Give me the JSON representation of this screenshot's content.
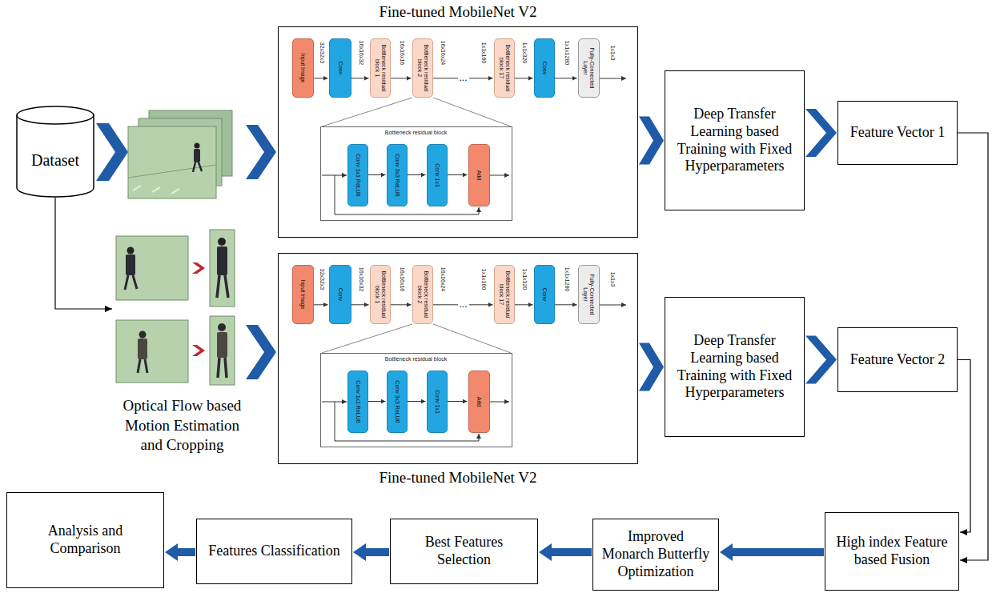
{
  "diagram": {
    "nodes": [
      {
        "text": [
          "Dataset"
        ]
      },
      {
        "text": [
          "Fine-tuned MobileNet V2"
        ]
      },
      {
        "text": [
          "Input Image"
        ],
        "in": 1
      },
      {
        "text": [
          "Conv"
        ],
        "in": 1
      },
      {
        "text": [
          "Bottleneck residual block 1"
        ],
        "in": 1
      },
      {
        "text": [
          "Bottleneck residual block 2"
        ],
        "in": 1
      },
      {
        "text": [
          "Bottleneck residual block 17"
        ],
        "in": 1
      },
      {
        "text": [
          "Conv"
        ],
        "in": 1
      },
      {
        "text": [
          "Fully-Connected Layer"
        ],
        "in": 1
      },
      {
        "text": [
          "Bottleneck residual block"
        ],
        "in": 1
      },
      {
        "text": [
          "Conv 1x1 ReLU6"
        ],
        "in": 9
      },
      {
        "text": [
          "Conv 3x3 ReLU6"
        ],
        "in": 9
      },
      {
        "text": [
          "Conv 1x1"
        ],
        "in": 9
      },
      {
        "text": [
          "Add"
        ],
        "in": 9
      },
      {
        "text": [
          "Deep Transfer Learning based Training with Fixed Hyperparameters"
        ]
      },
      {
        "text": [
          "Feature Vector 1"
        ]
      },
      {
        "text": [
          "Fine-tuned MobileNet V2"
        ]
      },
      {
        "text": [
          "Input Image"
        ],
        "in": 16
      },
      {
        "text": [
          "Conv"
        ],
        "in": 16
      },
      {
        "text": [
          "Bottleneck residual block 1"
        ],
        "in": 16
      },
      {
        "text": [
          "Bottleneck residual block 2"
        ],
        "in": 16
      },
      {
        "text": [
          "Bottleneck residual block 17"
        ],
        "in": 16
      },
      {
        "text": [
          "Conv"
        ],
        "in": 16
      },
      {
        "text": [
          "Fully-Connected Layer"
        ],
        "in": 16
      },
      {
        "text": [
          "Bottleneck residual block"
        ],
        "in": 16
      },
      {
        "text": [
          "Conv 1x1 ReLU6"
        ],
        "in": 24
      },
      {
        "text": [
          "Conv 3x3 ReLU6"
        ],
        "in": 24
      },
      {
        "text": [
          "Conv 1x1"
        ],
        "in": 24
      },
      {
        "text": [
          "Add"
        ],
        "in": 24
      },
      {
        "text": [
          "Deep Transfer Learning based Training with Fixed Hyperparameters"
        ]
      },
      {
        "text": [
          "Feature Vector 2"
        ]
      },
      {
        "text": [
          "Analysis and Comparison"
        ]
      },
      {
        "text": [
          "Features Classification"
        ]
      },
      {
        "text": [
          "Best Features Selection"
        ]
      },
      {
        "text": [
          "Improved Monarch Butterfly Optimization"
        ]
      },
      {
        "text": [
          "High index Feature based Fusion"
        ]
      }
    ],
    "edges": [
      {
        "from": 0,
        "to": 1,
        "arrow": "to"
      },
      {
        "from": 1,
        "to": 14,
        "arrow": "to"
      },
      {
        "from": 14,
        "to": 15,
        "arrow": "to"
      },
      {
        "from": 2,
        "to": 3,
        "arrow": "to"
      },
      {
        "from": 3,
        "to": 4,
        "arrow": "to"
      },
      {
        "from": 4,
        "to": 5,
        "arrow": "to"
      },
      {
        "from": 5,
        "to": 6,
        "label": "...",
        "arrow": "to"
      },
      {
        "from": 6,
        "to": 7,
        "arrow": "to"
      },
      {
        "from": 7,
        "to": 8,
        "arrow": "to"
      },
      {
        "from": 10,
        "to": 11,
        "arrow": "to"
      },
      {
        "from": 11,
        "to": 12,
        "arrow": "to"
      },
      {
        "from": 12,
        "to": 13,
        "arrow": "to"
      },
      {
        "from": 0,
        "to": 16,
        "arrow": "to"
      },
      {
        "from": 16,
        "to": 29,
        "arrow": "to"
      },
      {
        "from": 29,
        "to": 30,
        "arrow": "to"
      },
      {
        "from": 17,
        "to": 18,
        "arrow": "to"
      },
      {
        "from": 18,
        "to": 19,
        "arrow": "to"
      },
      {
        "from": 19,
        "to": 20,
        "arrow": "to"
      },
      {
        "from": 20,
        "to": 21,
        "label": "...",
        "arrow": "to"
      },
      {
        "from": 21,
        "to": 22,
        "arrow": "to"
      },
      {
        "from": 22,
        "to": 23,
        "arrow": "to"
      },
      {
        "from": 25,
        "to": 26,
        "arrow": "to"
      },
      {
        "from": 26,
        "to": 27,
        "arrow": "to"
      },
      {
        "from": 27,
        "to": 28,
        "arrow": "to"
      },
      {
        "from": 15,
        "to": 35,
        "arrow": "to"
      },
      {
        "from": 30,
        "to": 35,
        "arrow": "to"
      },
      {
        "from": 35,
        "to": 34,
        "arrow": "to"
      },
      {
        "from": 34,
        "to": 33,
        "arrow": "to"
      },
      {
        "from": 33,
        "to": 32,
        "arrow": "to"
      },
      {
        "from": 32,
        "to": 31,
        "arrow": "to"
      }
    ],
    "labels": [
      "32x32x3",
      "16x16x32",
      "16x16x16",
      "16x16x24",
      "1x1x160",
      "1x1x320",
      "1x1x1280",
      "1x1x3",
      "Optical Flow based Motion Estimation and Cropping",
      "32x32x3",
      "16x16x32",
      "16x16x16",
      "16x16x24",
      "1x1x160",
      "1x1x320",
      "1x1x1280",
      "1x1x3"
    ]
  }
}
